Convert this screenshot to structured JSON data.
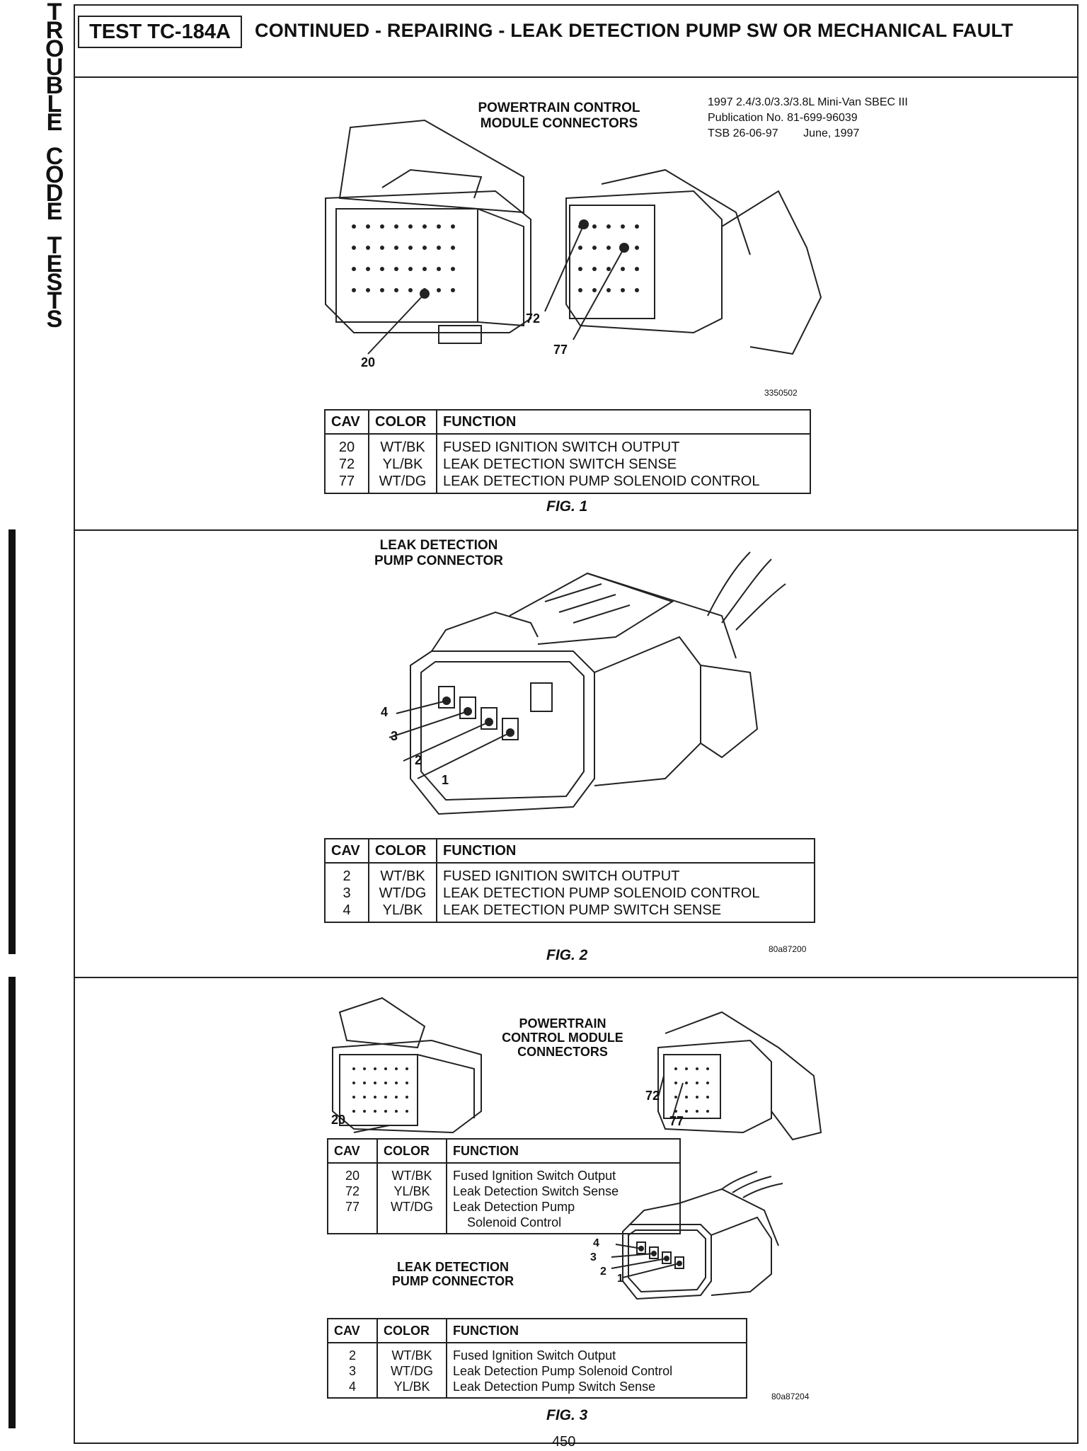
{
  "sidebar": {
    "word1": [
      "T",
      "R",
      "O",
      "U",
      "B",
      "L",
      "E"
    ],
    "word2": [
      "C",
      "O",
      "D",
      "E"
    ],
    "word3": [
      "T",
      "E",
      "S",
      "T",
      "S"
    ]
  },
  "header": {
    "test_id": "TEST TC-184A",
    "title": "CONTINUED - REPAIRING - LEAK DETECTION PUMP SW OR MECHANICAL FAULT"
  },
  "fig1": {
    "caption": "POWERTRAIN CONTROL\nMODULE CONNECTORS",
    "publication": [
      "1997 2.4/3.0/3.3/3.8L Mini-Van SBEC III",
      "Publication No. 81-699-96039",
      "TSB 26-06-97        June, 1997"
    ],
    "image_code": "3350502",
    "labels": [
      "20",
      "72",
      "77"
    ],
    "figure_label": "FIG. 1",
    "table": {
      "headers": [
        "CAV",
        "COLOR",
        "FUNCTION"
      ],
      "rows": [
        [
          "20",
          "WT/BK",
          "FUSED IGNITION SWITCH OUTPUT"
        ],
        [
          "72",
          "YL/BK",
          "LEAK DETECTION SWITCH SENSE"
        ],
        [
          "77",
          "WT/DG",
          "LEAK DETECTION PUMP SOLENOID CONTROL"
        ]
      ]
    }
  },
  "fig2": {
    "caption": "LEAK DETECTION\nPUMP CONNECTOR",
    "labels": [
      "4",
      "3",
      "2",
      "1"
    ],
    "figure_label": "FIG. 2",
    "image_code": "80a87200",
    "table": {
      "headers": [
        "CAV",
        "COLOR",
        "FUNCTION"
      ],
      "rows": [
        [
          "2",
          "WT/BK",
          "FUSED IGNITION SWITCH OUTPUT"
        ],
        [
          "3",
          "WT/DG",
          "LEAK DETECTION PUMP SOLENOID CONTROL"
        ],
        [
          "4",
          "YL/BK",
          "LEAK DETECTION PUMP SWITCH SENSE"
        ]
      ]
    }
  },
  "fig3": {
    "pcm_caption": "POWERTRAIN\nCONTROL MODULE\nCONNECTORS",
    "pump_caption": "LEAK DETECTION\nPUMP CONNECTOR",
    "pcm_labels": [
      "20",
      "72",
      "77"
    ],
    "pump_labels": [
      "4",
      "3",
      "2",
      "1"
    ],
    "figure_label": "FIG. 3",
    "image_code": "80a87204",
    "pcm_table": {
      "headers": [
        "CAV",
        "COLOR",
        "FUNCTION"
      ],
      "rows": [
        [
          "20",
          "WT/BK",
          "Fused Ignition Switch Output"
        ],
        [
          "72",
          "YL/BK",
          "Leak Detection Switch Sense"
        ],
        [
          "77",
          "WT/DG",
          "Leak Detection Pump"
        ],
        [
          "",
          "",
          "    Solenoid Control"
        ]
      ]
    },
    "pump_table": {
      "headers": [
        "CAV",
        "COLOR",
        "FUNCTION"
      ],
      "rows": [
        [
          "2",
          "WT/BK",
          "Fused Ignition Switch Output"
        ],
        [
          "3",
          "WT/DG",
          "Leak Detection Pump Solenoid Control"
        ],
        [
          "4",
          "YL/BK",
          "Leak Detection Pump Switch Sense"
        ]
      ]
    }
  },
  "page_number": "450"
}
